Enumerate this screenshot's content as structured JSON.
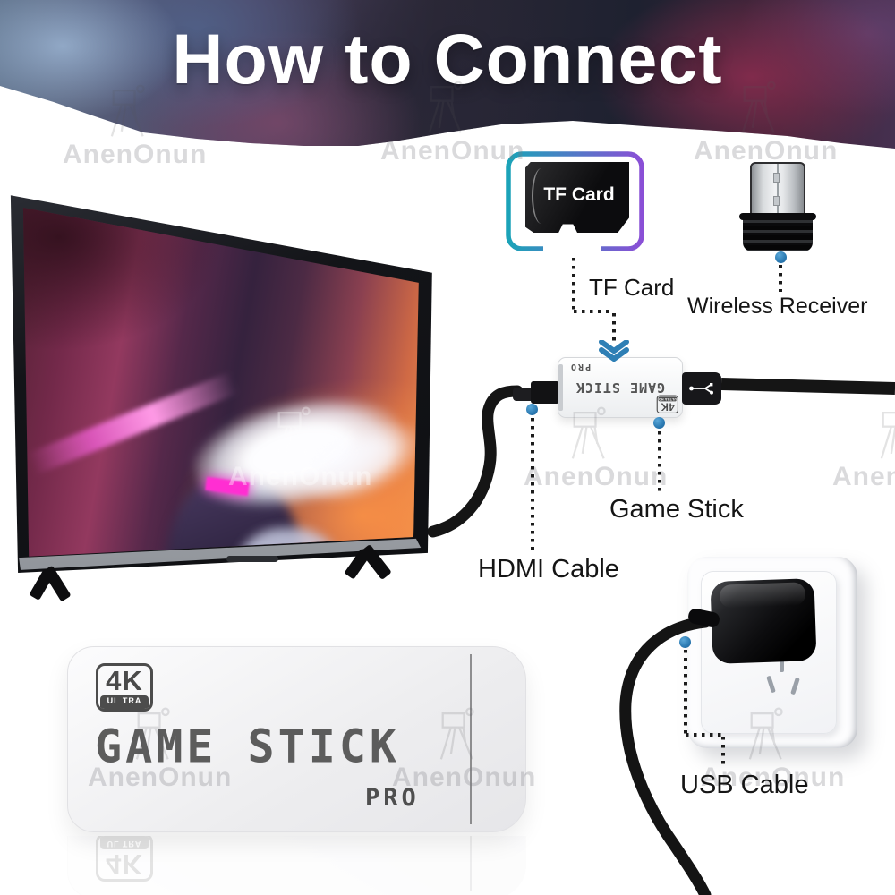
{
  "title": "How to Connect",
  "watermark": {
    "text": "AnenOnun"
  },
  "tf_card": {
    "chip_label": "TF Card",
    "label": "TF Card"
  },
  "receiver": {
    "label": "Wireless Receiver"
  },
  "device": {
    "brand": "GAME STICK",
    "model": "PRO",
    "badge": "4K",
    "badge_sub": "ULTRA HD",
    "label": "Game Stick"
  },
  "product": {
    "brand": "GAME STICK",
    "model": "PRO",
    "badge": "4K",
    "badge_sub": "UL TRA HD"
  },
  "hdmi": {
    "label": "HDMI Cable"
  },
  "usb": {
    "label": "USB Cable"
  },
  "colors": {
    "accent_blue": "#2e7fb5",
    "tf_frame_teal": "#1ba3b8",
    "tf_frame_purple": "#8a4fd6"
  }
}
